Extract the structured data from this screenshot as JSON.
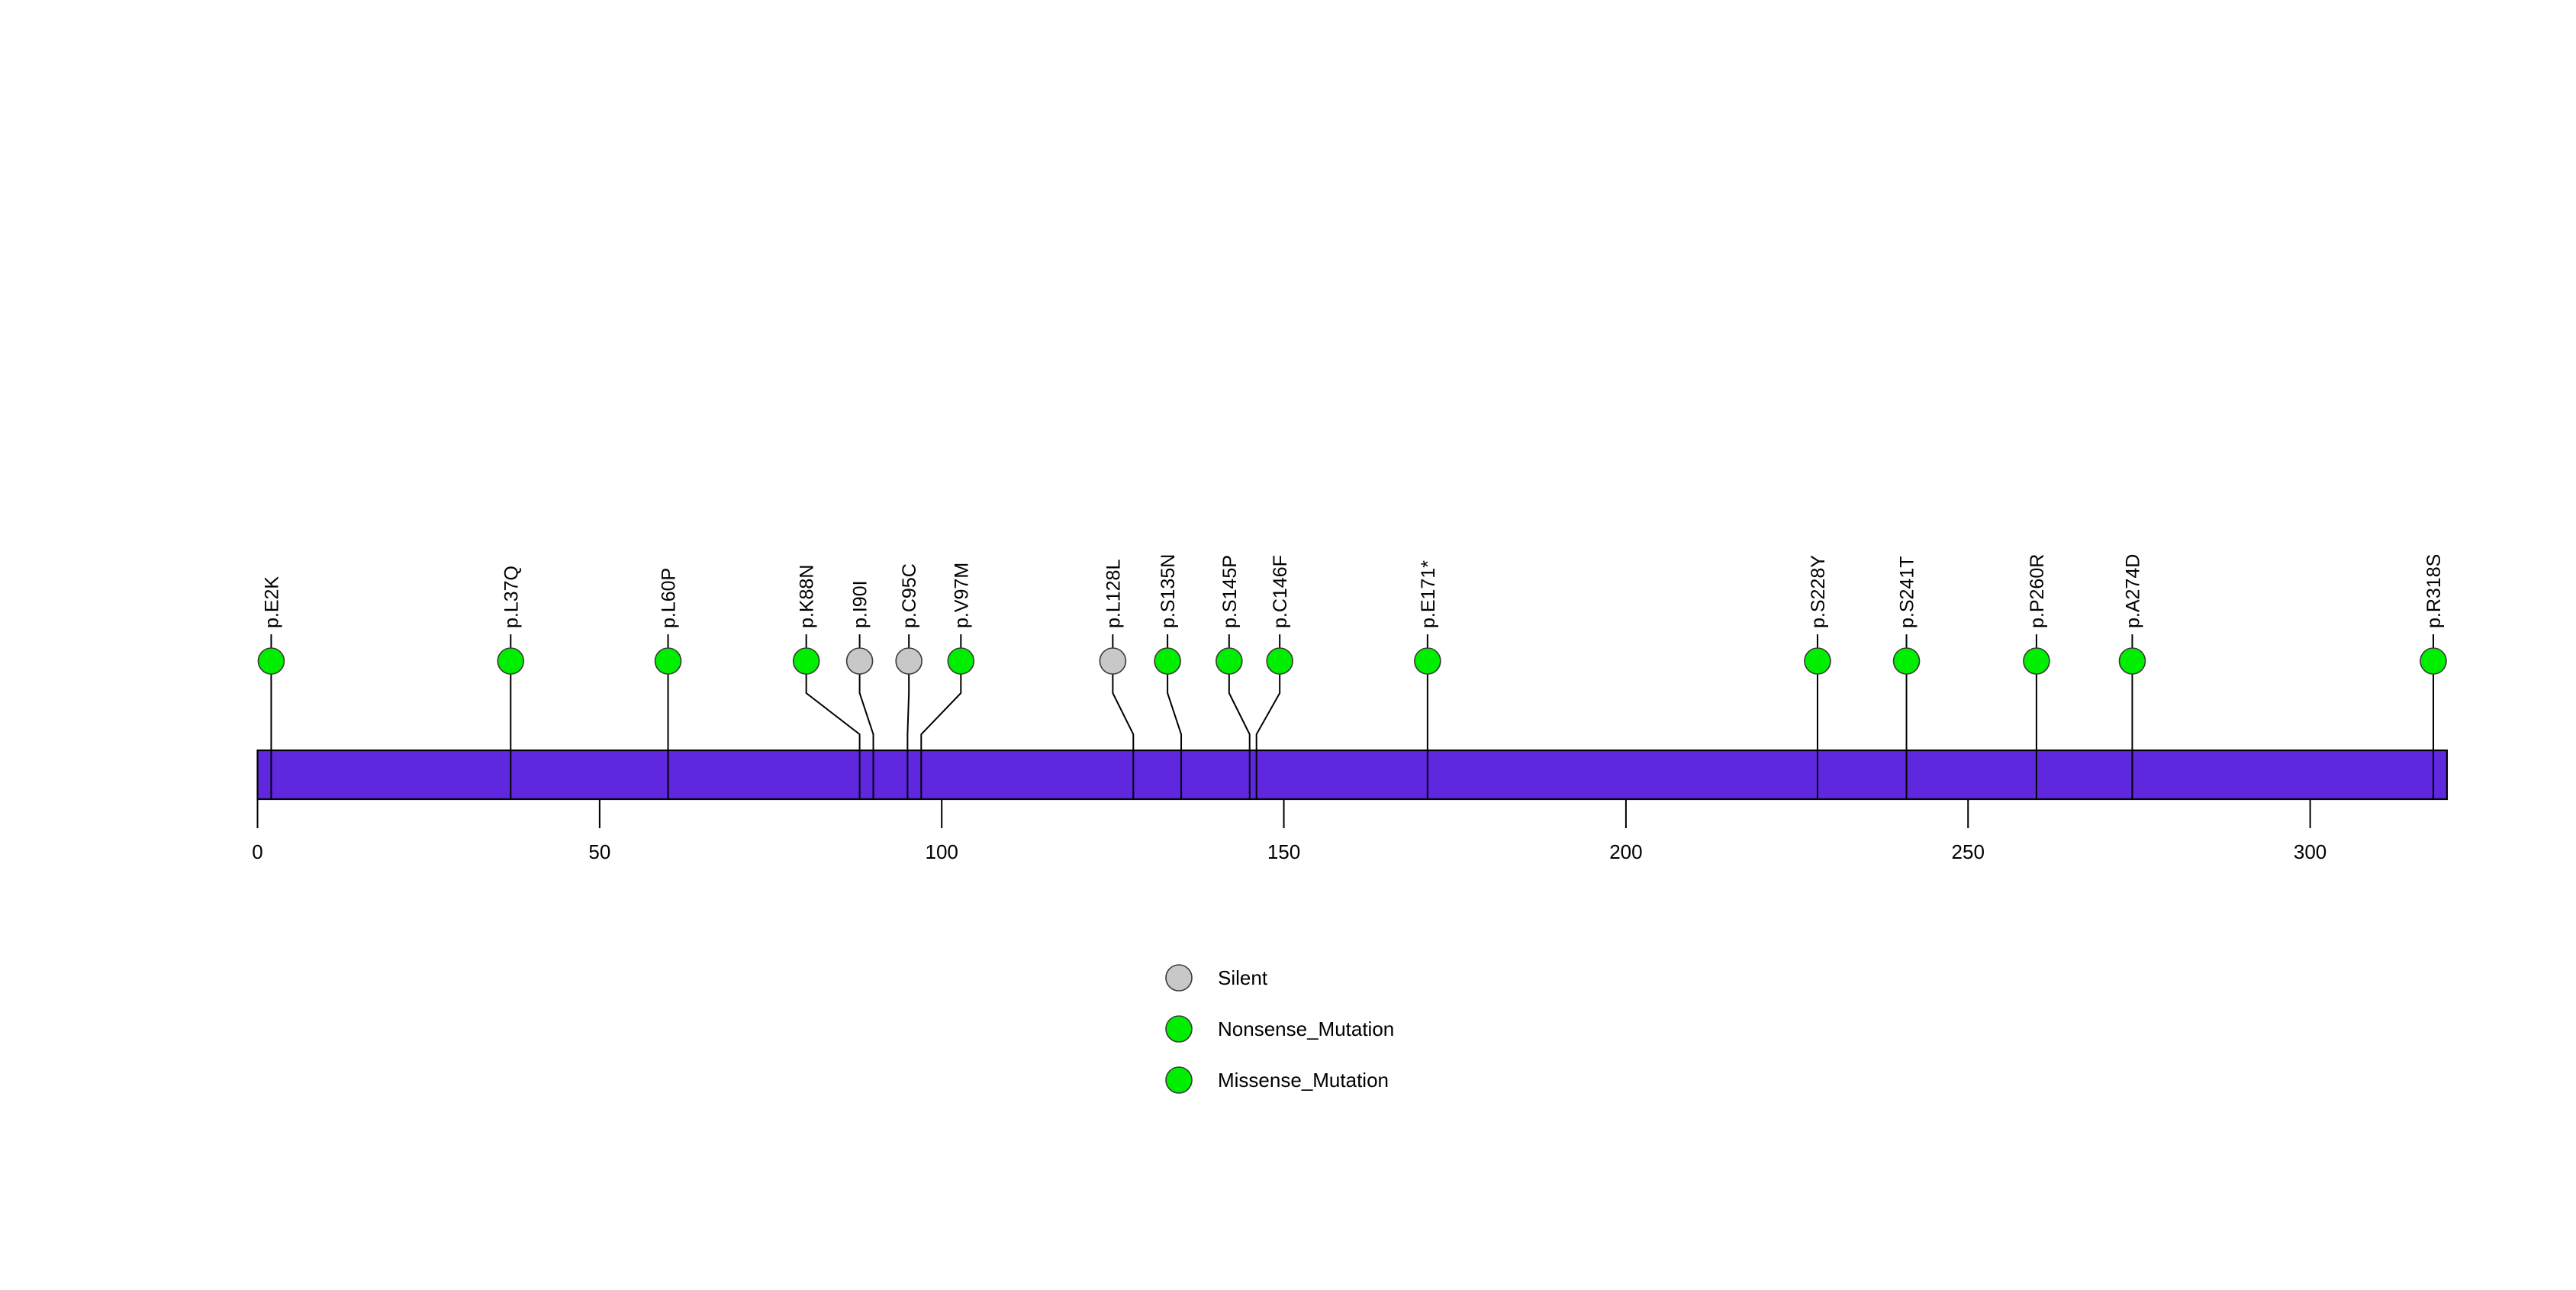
{
  "chart_data": {
    "type": "scatter",
    "title": "",
    "subtitle": "",
    "xlabel": "",
    "ylabel": "",
    "xlim": [
      0,
      320
    ],
    "grid": false,
    "legend_position": "bottom-center",
    "domain_track": {
      "name": "protein-backbone",
      "color": "#5F27DE",
      "start": 0,
      "end": 320
    },
    "axis": {
      "ticks": [
        0,
        50,
        100,
        150,
        200,
        250,
        300
      ],
      "tick_labels": [
        "0",
        "50",
        "100",
        "150",
        "200",
        "250",
        "300"
      ]
    },
    "legend": [
      {
        "label": "Silent",
        "color": "#C8C8C8"
      },
      {
        "label": "Nonsense_Mutation",
        "color": "#00EE00"
      },
      {
        "label": "Missense_Mutation",
        "color": "#00EE00"
      }
    ],
    "mutations": [
      {
        "label": "p.E2K",
        "position": 2,
        "class": "Missense_Mutation",
        "color": "#00EE00",
        "head_x": 2
      },
      {
        "label": "p.L37Q",
        "position": 37,
        "class": "Missense_Mutation",
        "color": "#00EE00",
        "head_x": 37
      },
      {
        "label": "p.L60P",
        "position": 60,
        "class": "Missense_Mutation",
        "color": "#00EE00",
        "head_x": 60
      },
      {
        "label": "p.K88N",
        "position": 88,
        "class": "Missense_Mutation",
        "color": "#00EE00",
        "head_x": 80.2
      },
      {
        "label": "p.I90I",
        "position": 90,
        "class": "Silent",
        "color": "#C8C8C8",
        "head_x": 88.0
      },
      {
        "label": "p.C95C",
        "position": 95,
        "class": "Silent",
        "color": "#C8C8C8",
        "head_x": 95.2
      },
      {
        "label": "p.V97M",
        "position": 97,
        "class": "Missense_Mutation",
        "color": "#00EE00",
        "head_x": 102.8
      },
      {
        "label": "p.L128L",
        "position": 128,
        "class": "Silent",
        "color": "#C8C8C8",
        "head_x": 125.0
      },
      {
        "label": "p.S135N",
        "position": 135,
        "class": "Missense_Mutation",
        "color": "#00EE00",
        "head_x": 133.0
      },
      {
        "label": "p.S145P",
        "position": 145,
        "class": "Missense_Mutation",
        "color": "#00EE00",
        "head_x": 142.0
      },
      {
        "label": "p.C146F",
        "position": 146,
        "class": "Missense_Mutation",
        "color": "#00EE00",
        "head_x": 149.4
      },
      {
        "label": "p.E171*",
        "position": 171,
        "class": "Nonsense_Mutation",
        "color": "#00EE00",
        "head_x": 171
      },
      {
        "label": "p.S228Y",
        "position": 228,
        "class": "Missense_Mutation",
        "color": "#00EE00",
        "head_x": 228
      },
      {
        "label": "p.S241T",
        "position": 241,
        "class": "Missense_Mutation",
        "color": "#00EE00",
        "head_x": 241
      },
      {
        "label": "p.P260R",
        "position": 260,
        "class": "Missense_Mutation",
        "color": "#00EE00",
        "head_x": 260
      },
      {
        "label": "p.A274D",
        "position": 274,
        "class": "Missense_Mutation",
        "color": "#00EE00",
        "head_x": 274
      },
      {
        "label": "p.R318S",
        "position": 318,
        "class": "Missense_Mutation",
        "color": "#00EE00",
        "head_x": 318
      }
    ]
  }
}
